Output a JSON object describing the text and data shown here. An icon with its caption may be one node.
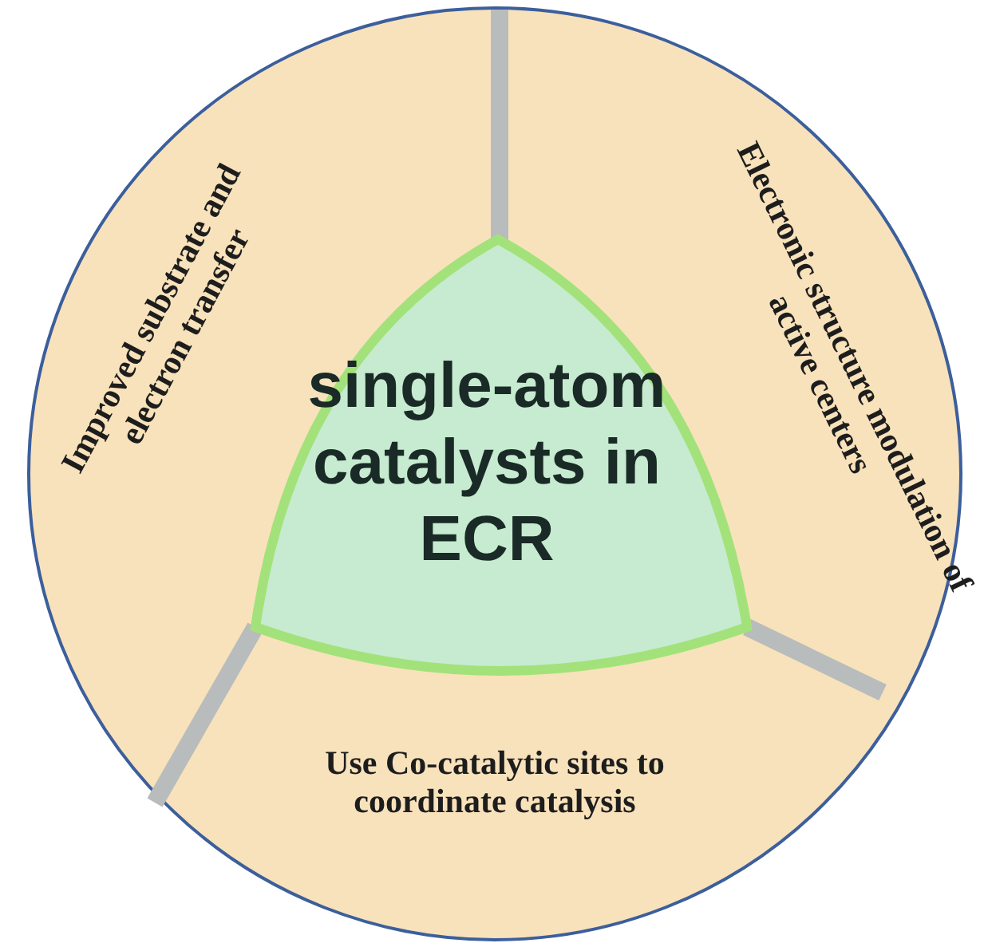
{
  "diagram": {
    "nodes": [
      {
        "text": [
          "Improved substrate and electron transfer"
        ]
      },
      {
        "text": [
          "Electronic structure modulation of active centers"
        ]
      },
      {
        "text": [
          "Use Co-catalytic sites to coordinate catalysis"
        ]
      },
      {
        "text": [
          "single-atom catalysts in ECR"
        ]
      }
    ]
  }
}
